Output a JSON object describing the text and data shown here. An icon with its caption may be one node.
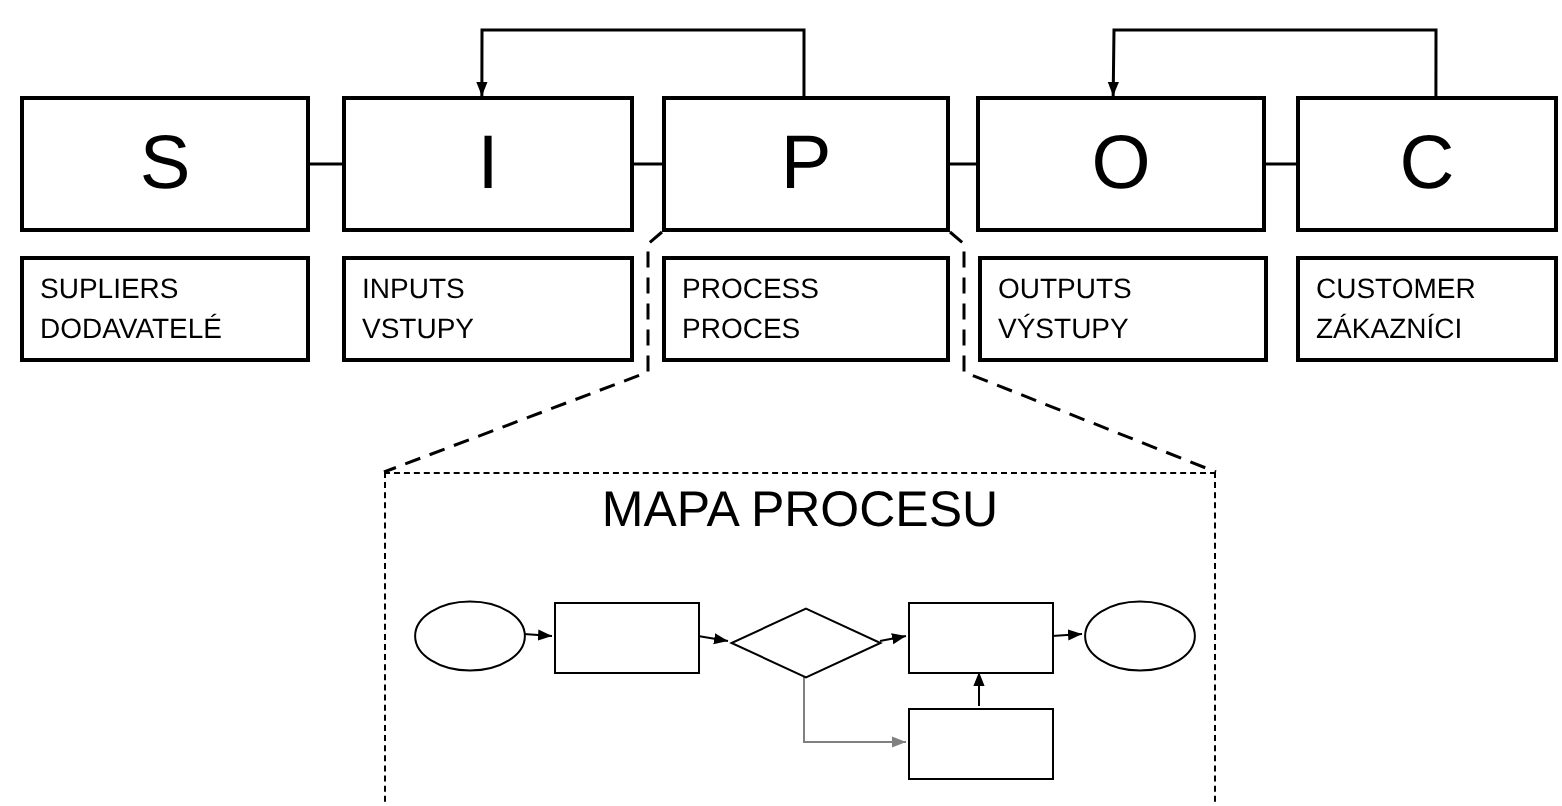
{
  "diagram": {
    "nodes": [
      {
        "text": [
          "S"
        ]
      },
      {
        "text": [
          "I"
        ]
      },
      {
        "text": [
          "P"
        ]
      },
      {
        "text": [
          "O"
        ]
      },
      {
        "text": [
          "C"
        ]
      },
      {
        "text": [
          "SUPLIERS",
          "DODAVATELÉ"
        ]
      },
      {
        "text": [
          "INPUTS",
          "VSTUPY"
        ]
      },
      {
        "text": [
          "PROCESS",
          "PROCES"
        ]
      },
      {
        "text": [
          "OUTPUTS",
          "VÝSTUPY"
        ]
      },
      {
        "text": [
          "CUSTOMER",
          "ZÁKAZNÍCI"
        ]
      },
      {
        "text": [
          "MAPA PROCESU"
        ]
      },
      {
        "text": [],
        "shape": "ellipse",
        "in": 10
      },
      {
        "text": [],
        "shape": "box",
        "in": 10
      },
      {
        "text": [],
        "shape": "diamond",
        "in": 10
      },
      {
        "text": [],
        "shape": "box",
        "in": 10
      },
      {
        "text": [],
        "shape": "ellipse",
        "in": 10
      },
      {
        "text": [],
        "shape": "box",
        "in": 10
      }
    ],
    "edges": [
      {
        "from": 0,
        "to": 1,
        "arrow": "none"
      },
      {
        "from": 1,
        "to": 2,
        "arrow": "none"
      },
      {
        "from": 2,
        "to": 3,
        "arrow": "none"
      },
      {
        "from": 3,
        "to": 4,
        "arrow": "none"
      },
      {
        "from": 2,
        "to": 1,
        "arrow": "to"
      },
      {
        "from": 4,
        "to": 3,
        "arrow": "to"
      },
      {
        "from": 2,
        "to": 10,
        "arrow": "none",
        "style": "dashed"
      },
      {
        "from": 2,
        "to": 10,
        "arrow": "none",
        "style": "dashed"
      },
      {
        "from": 11,
        "to": 12,
        "arrow": "to"
      },
      {
        "from": 12,
        "to": 13,
        "arrow": "to"
      },
      {
        "from": 13,
        "to": 14,
        "arrow": "to"
      },
      {
        "from": 14,
        "to": 15,
        "arrow": "to"
      },
      {
        "from": 13,
        "to": 16,
        "arrow": "to",
        "color": "#808080"
      },
      {
        "from": 16,
        "to": 14,
        "arrow": "to"
      }
    ]
  }
}
